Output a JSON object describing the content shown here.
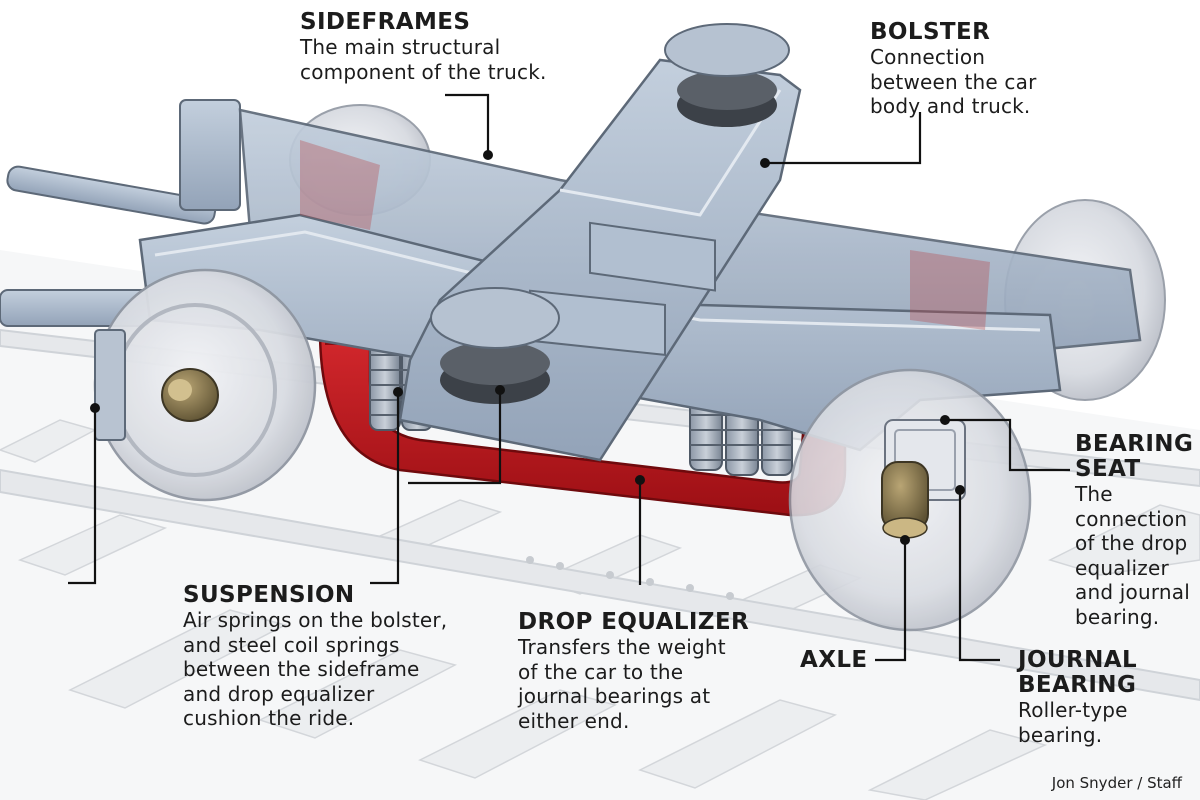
{
  "callouts": {
    "sideframes": {
      "title": "SIDEFRAMES",
      "lines": [
        "The main structural",
        "component of the truck."
      ]
    },
    "bolster": {
      "title": "BOLSTER",
      "lines": [
        "Connection",
        "between the car",
        "body and truck."
      ]
    },
    "bearing_seat": {
      "title": [
        "BEARING",
        "SEAT"
      ],
      "lines": [
        "The",
        "connection",
        "of the drop",
        "equalizer",
        "and  journal",
        "bearing."
      ]
    },
    "suspension": {
      "title": "SUSPENSION",
      "lines": [
        "Air springs on the bolster,",
        "and steel coil springs",
        "between the sideframe",
        "and drop equalizer",
        "cushion the ride."
      ]
    },
    "drop_equalizer": {
      "title": "DROP EQUALIZER",
      "lines": [
        "Transfers the weight",
        "of the car to the",
        "journal bearings at",
        "either end."
      ]
    },
    "axle": {
      "title": "AXLE"
    },
    "journal_bearing": {
      "title": [
        "JOURNAL",
        "BEARING"
      ],
      "lines": [
        "Roller-type",
        "bearing."
      ]
    }
  },
  "credit": "Jon Snyder / Staff",
  "colors": {
    "steel": "#a9b8cb",
    "steel_dark": "#7f8ea3",
    "equalizer_red": "#c0171c",
    "wheel": "#dde0e5",
    "rail": "#e4e6e8",
    "bronze": "#7a6a45"
  }
}
